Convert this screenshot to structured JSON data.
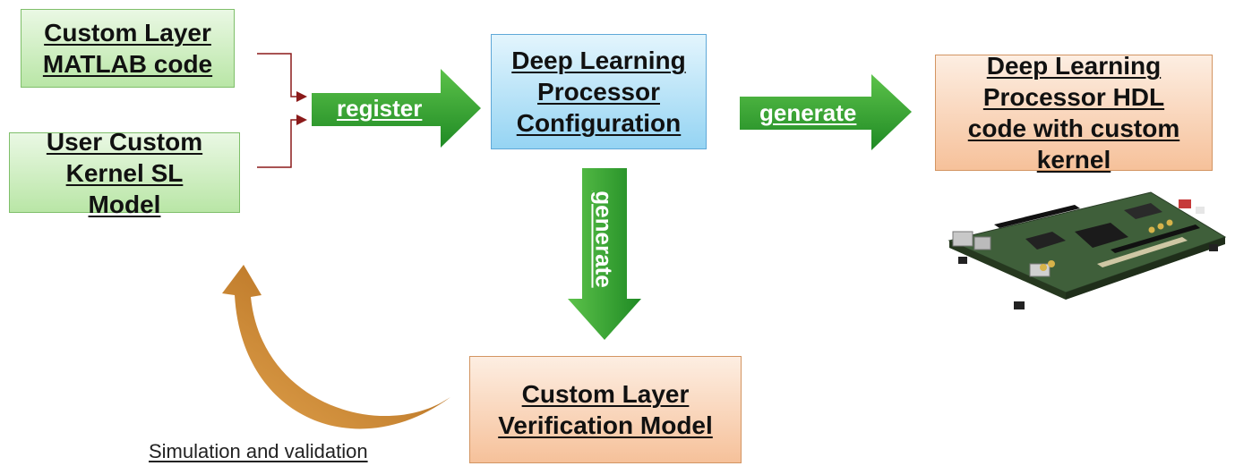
{
  "boxes": {
    "custom_layer_code": "Custom Layer MATLAB code",
    "user_kernel_model": "User Custom Kernel SL Model",
    "processor_config": "Deep Learning Processor Configuration",
    "hdl_code": "Deep Learning Processor HDL code with custom kernel",
    "verification_model": "Custom Layer Verification Model"
  },
  "arrows": {
    "register": "register",
    "generate_right": "generate",
    "generate_down": "generate"
  },
  "caption": "Simulation and validation",
  "colors": {
    "arrow_green": "#2e9b2e",
    "loop_arrow": "#c9791f",
    "connector": "#8b1a1a"
  },
  "icons": {
    "board": "fpga-board-icon"
  }
}
